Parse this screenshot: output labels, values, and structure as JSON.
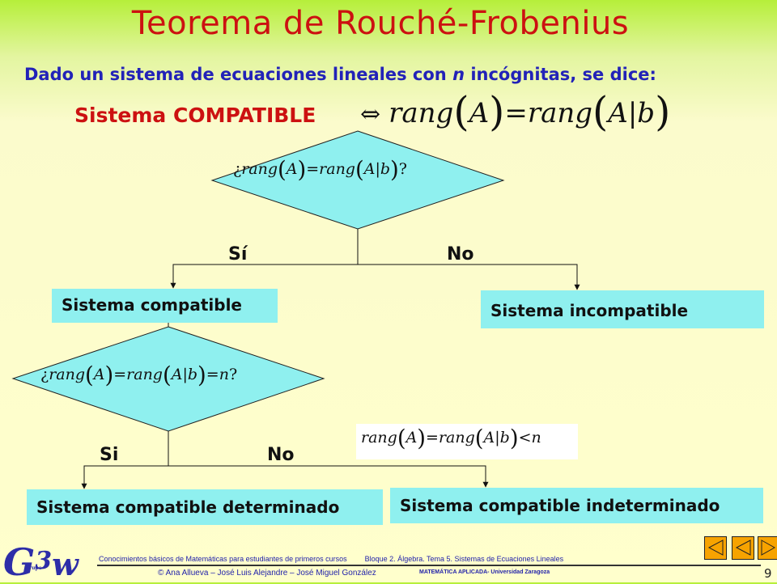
{
  "slide": {
    "title": "Teorema de Rouché-Frobenius",
    "intro_before": "Dado un sistema de ecuaciones lineales con ",
    "intro_var": "n",
    "intro_after": " incógnitas, se dice:",
    "compat_label": "Sistema COMPATIBLE",
    "iff_symbol": "⇔"
  },
  "math": {
    "rang": "rang",
    "A": "A",
    "Ab": "A|b",
    "equals": "=",
    "n": "n",
    "q_open": "¿",
    "q_close": "?",
    "lt": "<"
  },
  "flow": {
    "branch_yes_1": "Sí",
    "branch_no_1": "No",
    "box_compatible": "Sistema compatible",
    "box_incompatible": "Sistema incompatible",
    "branch_yes_2": "Si",
    "branch_no_2": "No",
    "box_determinado": "Sistema compatible determinado",
    "box_indeterminado": "Sistema compatible indeterminado"
  },
  "footer": {
    "course": "Conocimientos básicos de Matemáticas para estudiantes de primeros cursos",
    "bloque": "Bloque 2. Álgebra. Tema 5. Sistemas de Ecuaciones Lineales",
    "authors": "© Ana Allueva – José Luis Alejandre – José Miguel González",
    "dept": "MATEMÁTICA APLICADA- Universidad Zaragoza",
    "page": "9",
    "logo_g": "G",
    "logo_3": "3",
    "logo_w": "w",
    "logo_grupo": "rupo"
  },
  "colors": {
    "title": "#cc1111",
    "intro": "#2222b8",
    "shape_fill": "#8ff0ef",
    "nav": "#f7a300"
  }
}
